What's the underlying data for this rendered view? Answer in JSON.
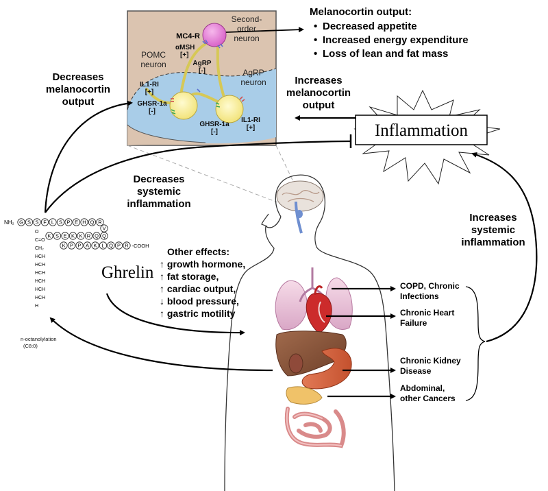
{
  "inset": {
    "mc4r": "MC4-R",
    "second_order_neuron": [
      "Second-",
      "order",
      "neuron"
    ],
    "amsh": [
      "αMSH",
      "[+]"
    ],
    "pomc_neuron": [
      "POMC",
      "neuron"
    ],
    "agrp": [
      "AgRP",
      "[-]"
    ],
    "agrp_neuron": [
      "AgRP",
      "neuron"
    ],
    "il1ri_left": [
      "IL1-RI",
      "[+]"
    ],
    "ghsr_left": [
      "GHSR-1a",
      "[-]"
    ],
    "ghsr_right": [
      "GHSR-1a",
      "[-]"
    ],
    "il1ri_right": [
      "IL1-RI",
      "[+]"
    ]
  },
  "melanocortin_output": {
    "title": "Melanocortin output:",
    "items": [
      "Decreased appetite",
      "Increased energy expenditure",
      "Loss of lean and fat mass"
    ]
  },
  "labels": {
    "decreases_melanocortin": [
      "Decreases",
      "melanocortin",
      "output"
    ],
    "increases_melanocortin": [
      "Increases",
      "melanocortin",
      "output"
    ],
    "inflammation": "Inflammation",
    "decreases_systemic": [
      "Decreases",
      "systemic",
      "inflammation"
    ],
    "increases_systemic": [
      "Increases",
      "systemic",
      "inflammation"
    ],
    "ghrelin": "Ghrelin"
  },
  "ghrelin_structure": {
    "nh2": "NH₂",
    "row1": [
      "G",
      "S",
      "S",
      "F",
      "L",
      "S",
      "P",
      "E",
      "H",
      "Q",
      "R"
    ],
    "turn": [
      "V",
      "Q"
    ],
    "row2": [
      "K",
      "S",
      "E",
      "K",
      "K",
      "R",
      "Q"
    ],
    "row3": [
      "K",
      "P",
      "P",
      "A",
      "K",
      "L",
      "Q",
      "P",
      "R"
    ],
    "cooh": "-COOH",
    "chain": [
      "O",
      "C=O",
      "CH₂",
      "HCH",
      "HCH",
      "HCH",
      "HCH",
      "HCH",
      "HCH",
      "H"
    ],
    "octanoylation": [
      "n-octanolylation",
      "(C8:0)"
    ]
  },
  "other_effects": {
    "title": "Other effects:",
    "items": [
      "↑ growth hormone,",
      "↑ fat storage,",
      "↑ cardiac output,",
      "↓ blood pressure,",
      "↑ gastric motility"
    ]
  },
  "diseases": [
    [
      "COPD, Chronic",
      "Infections"
    ],
    [
      "Chronic Heart",
      "Failure"
    ],
    [
      "Chronic Kidney",
      "Disease"
    ],
    [
      "Abdominal,",
      "other Cancers"
    ]
  ]
}
